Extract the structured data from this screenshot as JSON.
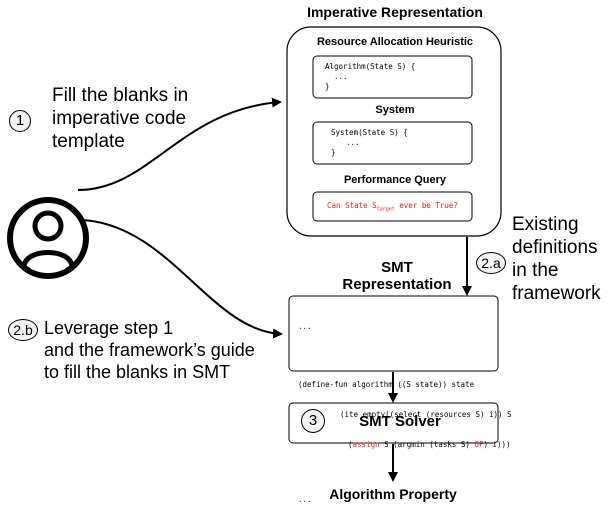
{
  "imperative": {
    "title": "Imperative Representation",
    "heuristic_title": "Resource Allocation Heuristic",
    "heuristic_code": [
      "Algorithm(State S) {",
      "  ...",
      "}"
    ],
    "system_title": "System",
    "system_code": [
      "System(State S) {",
      "  ...",
      "}"
    ],
    "query_title": "Performance Query",
    "query_prefix": "Can State S",
    "query_sub": "target",
    "query_suffix": " ever be True?"
  },
  "steps": {
    "step1_number": "1",
    "step1_text": [
      "Fill the blanks in",
      "imperative code",
      "template"
    ],
    "step2a_number": "2.a",
    "step2a_text": [
      "Existing",
      "definitions",
      "in the",
      "framework"
    ],
    "step2b_number": "2.b",
    "step2b_text": [
      "Leverage step 1",
      "and the framework’s guide",
      "to fill the blanks in SMT"
    ],
    "step3_number": "3"
  },
  "smt": {
    "title_line1": "SMT",
    "title_line2": "Representation",
    "code_dots_top": "...",
    "code_line1": "(define-fun algorithm ((S state)) state",
    "code_line2": "(ite empty((select (resources S) i)) S",
    "code_line3_prefix": "(",
    "code_line3_assign": "assign",
    "code_line3_mid": " S (argmin (tasks S) ",
    "code_line3_of": "OF",
    "code_line3_suffix": ") i)))",
    "code_dots_bottom": "..."
  },
  "solver": {
    "label": "SMT Solver"
  },
  "output": {
    "label": "Algorithm Property"
  },
  "colors": {
    "highlight": "#e8251d",
    "badge_fill": "#f2f2f2"
  },
  "icons": {
    "user": "user-avatar-icon"
  }
}
